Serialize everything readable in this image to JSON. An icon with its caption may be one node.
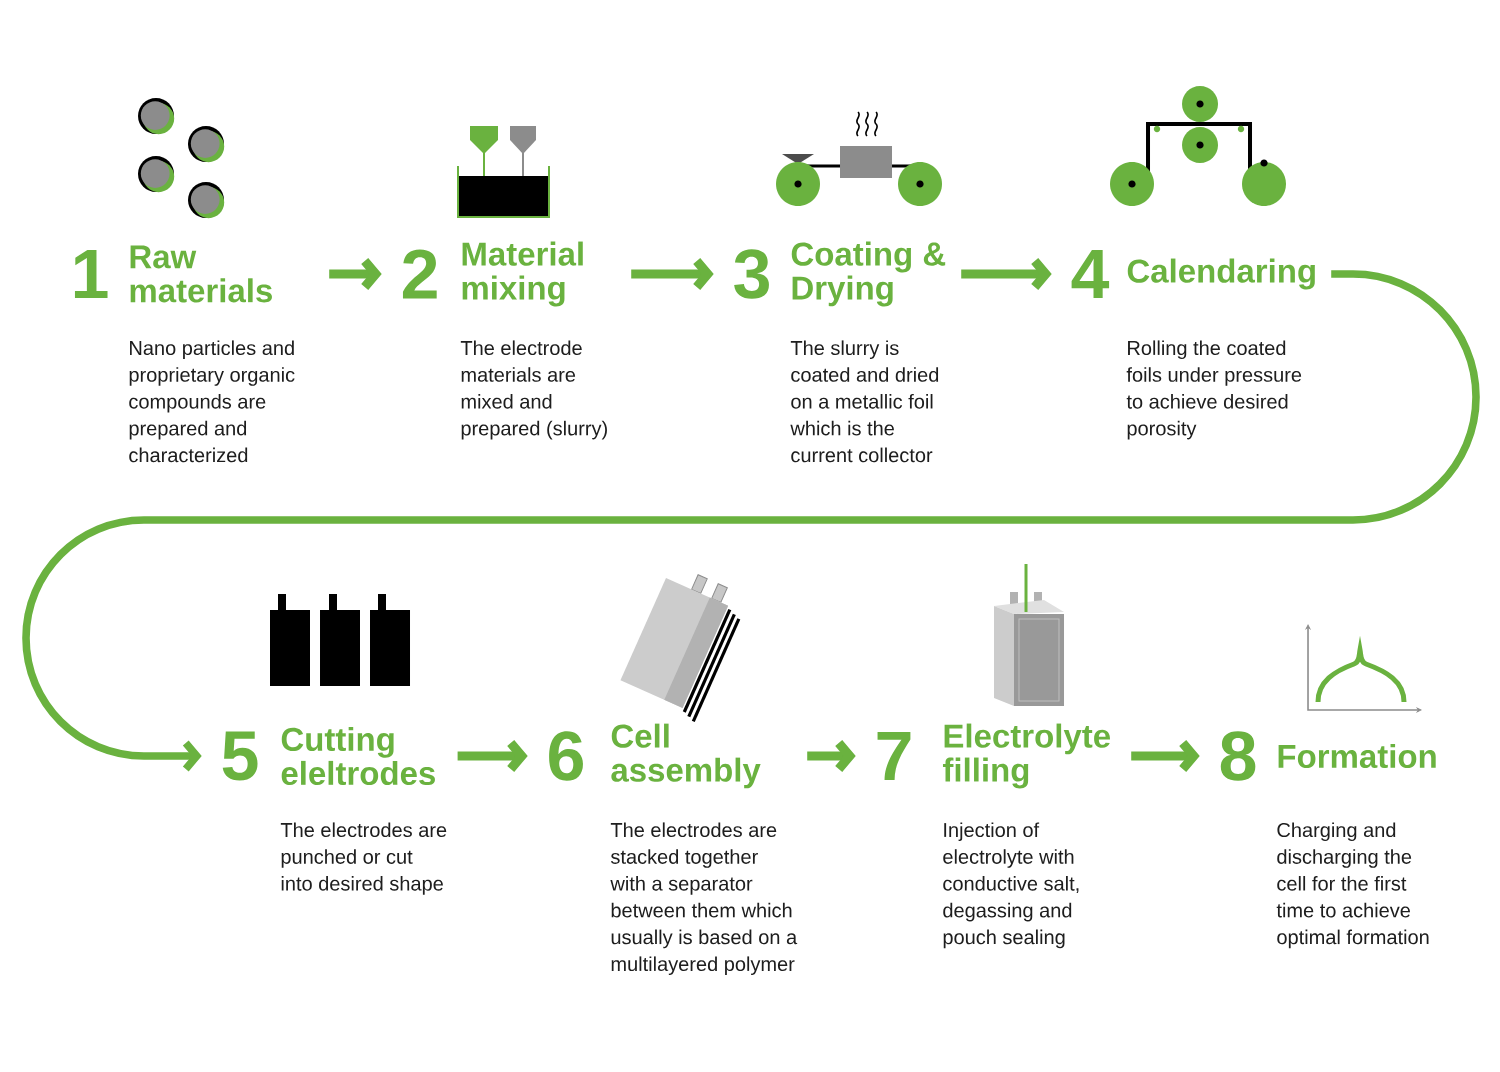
{
  "diagram": {
    "nodes": [
      {
        "text": [
          "1",
          "Raw materials",
          "Nano particles and proprietary organic compounds are prepared and characterized"
        ]
      },
      {
        "text": [
          "2",
          "Material mixing",
          "The electrode materials are mixed and prepared (slurry)"
        ]
      },
      {
        "text": [
          "3",
          "Coating & Drying",
          "The slurry is coated and dried on a metallic foil which is the current collector"
        ]
      },
      {
        "text": [
          "4",
          "Calendaring",
          "Rolling the coated foils under pressure to achieve desired porosity"
        ]
      },
      {
        "text": [
          "5",
          "Cutting eleltrodes",
          "The electrodes are punched or cut into desired shape"
        ]
      },
      {
        "text": [
          "6",
          "Cell assembly",
          "The electrodes are stacked together with a separator between them which usually is based on a multilayered polymer"
        ]
      },
      {
        "text": [
          "7",
          "Electrolyte filling",
          "Injection of electrolyte with conductive salt, degassing and pouch sealing"
        ]
      },
      {
        "text": [
          "8",
          "Formation",
          "Charging and discharging the cell for the first time to achieve optimal formation"
        ]
      }
    ],
    "edges": [
      {
        "from": 0,
        "to": 1,
        "arrow": "to"
      },
      {
        "from": 1,
        "to": 2,
        "arrow": "to"
      },
      {
        "from": 2,
        "to": 3,
        "arrow": "to"
      },
      {
        "from": 3,
        "to": 4,
        "arrow": "to"
      },
      {
        "from": 4,
        "to": 5,
        "arrow": "to"
      },
      {
        "from": 5,
        "to": 6,
        "arrow": "to"
      },
      {
        "from": 6,
        "to": 7,
        "arrow": "to"
      }
    ]
  }
}
